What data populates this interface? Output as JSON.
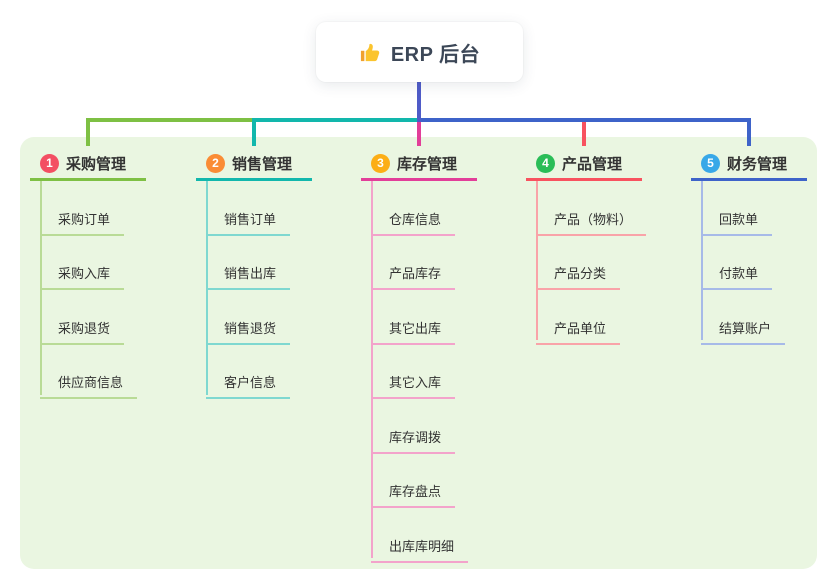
{
  "root": {
    "title": "ERP 后台",
    "icon": "thumbs-up-icon",
    "line_color": "#4f5bc8"
  },
  "canvas": {
    "background": "#ffffff",
    "panel_color": "#eaf6e1"
  },
  "branches": [
    {
      "num": "1",
      "label": "采购管理",
      "badge_color": "#f34f63",
      "line_color": "#7ec044",
      "sub_color": "#b9db96",
      "items": [
        "采购订单",
        "采购入库",
        "采购退货",
        "供应商信息"
      ]
    },
    {
      "num": "2",
      "label": "销售管理",
      "badge_color": "#fa8c35",
      "line_color": "#12b7ac",
      "sub_color": "#7fd8d0",
      "items": [
        "销售订单",
        "销售出库",
        "销售退货",
        "客户信息"
      ]
    },
    {
      "num": "3",
      "label": "库存管理",
      "badge_color": "#fcae16",
      "line_color": "#e23e99",
      "sub_color": "#f3a3cb",
      "items": [
        "仓库信息",
        "产品库存",
        "其它出库",
        "其它入库",
        "库存调拨",
        "库存盘点",
        "出库库明细"
      ]
    },
    {
      "num": "4",
      "label": "产品管理",
      "badge_color": "#2abd57",
      "line_color": "#f8525f",
      "sub_color": "#f9a3a8",
      "items": [
        "产品（物料）",
        "产品分类",
        "产品单位"
      ]
    },
    {
      "num": "5",
      "label": "财务管理",
      "badge_color": "#38a8e8",
      "line_color": "#3e63c9",
      "sub_color": "#a7bae8",
      "items": [
        "回款单",
        "付款单",
        "结算账户"
      ]
    }
  ]
}
